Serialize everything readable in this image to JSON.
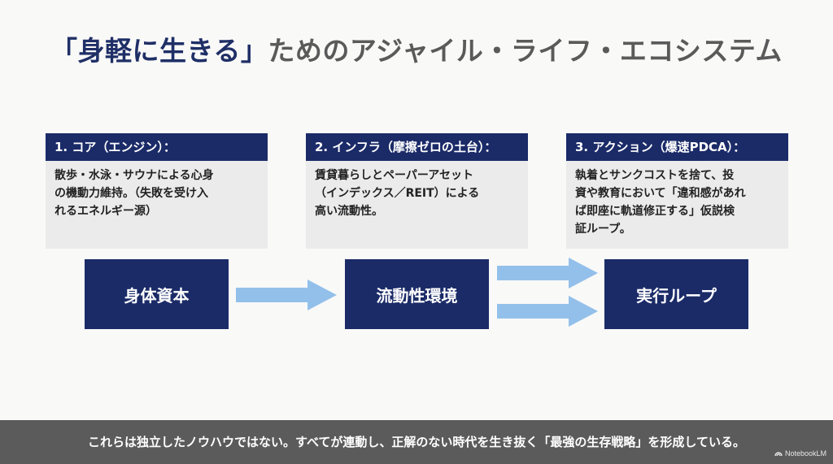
{
  "title": {
    "accent": "「身軽に生きる」",
    "rest": "ためのアジャイル・ライフ・エコシステム"
  },
  "cards": [
    {
      "header": "1. コア（エンジン）：",
      "lines": [
        "散歩・水泳・サウナによる心身",
        "の機動力維持。（失敗を受け入",
        "れるエネルギー源）"
      ]
    },
    {
      "header": "2. インフラ（摩擦ゼロの土台）：",
      "lines": [
        "賃貸暮らしとペーパーアセット",
        "（インデックス／REIT）による",
        "高い流動性。"
      ]
    },
    {
      "header": "3. アクション（爆速PDCA）：",
      "lines": [
        "執着とサンクコストを捨て、投",
        "資や教育において「違和感があれ",
        "ば即座に軌道修正する」仮説検",
        "証ループ。"
      ]
    }
  ],
  "stages": [
    "身体資本",
    "流動性環境",
    "実行ループ"
  ],
  "caption": "これらは独立したノウハウではない。すべてが連動し、正解のない時代を生き抜く「最強の生存戦略」を形成している。",
  "brand": "NotebookLM",
  "colors": {
    "navy": "#1b2b68",
    "arrow": "#93c0ea",
    "card_bg": "#ebebeb",
    "bottom_bar": "#5b5b5b"
  }
}
